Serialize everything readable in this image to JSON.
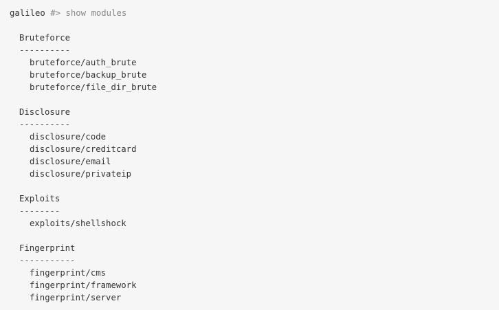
{
  "prompt": {
    "host": "galileo",
    "symbol": "#>",
    "command": "show modules"
  },
  "groups": [
    {
      "title": "Bruteforce",
      "rule": "----------",
      "modules": [
        "bruteforce/auth_brute",
        "bruteforce/backup_brute",
        "bruteforce/file_dir_brute"
      ]
    },
    {
      "title": "Disclosure",
      "rule": "----------",
      "modules": [
        "disclosure/code",
        "disclosure/creditcard",
        "disclosure/email",
        "disclosure/privateip"
      ]
    },
    {
      "title": "Exploits",
      "rule": "--------",
      "modules": [
        "exploits/shellshock"
      ]
    },
    {
      "title": "Fingerprint",
      "rule": "-----------",
      "modules": [
        "fingerprint/cms",
        "fingerprint/framework",
        "fingerprint/server"
      ]
    }
  ],
  "colors": {
    "background": "#f6f6f6",
    "text": "#333333",
    "prompt_muted": "#888888"
  }
}
